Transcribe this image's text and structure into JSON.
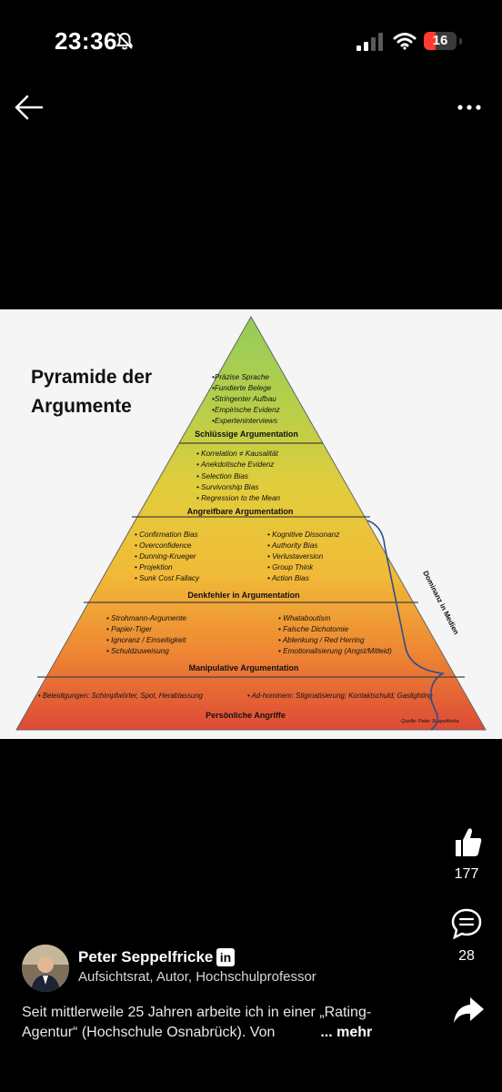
{
  "status": {
    "time": "23:36",
    "battery": "16",
    "battery_color": "#ff3b30"
  },
  "header": {
    "back_icon": "arrow-left-icon",
    "more_icon": "more-dots-icon"
  },
  "infographic": {
    "title_line1": "Pyramide der",
    "title_line2": "Argumente",
    "tiers": [
      {
        "title": "Schlüssige Argumentation",
        "items_left": [
          "•Präzise Sprache",
          "•Fundierte Belege",
          "•Stringenter Aufbau",
          "•Empirische Evidenz",
          "•Experteninterviews"
        ],
        "items_right": []
      },
      {
        "title": "Angreifbare Argumentation",
        "items_left": [
          "• Korrelation ≠ Kausalität",
          "• Anekdotische Evidenz",
          "• Selection Bias",
          "• Survivorship Bias",
          "• Regression to the Mean"
        ],
        "items_right": []
      },
      {
        "title": "Denkfehler in Argumentation",
        "items_left": [
          "• Confirmation Bias",
          "• Overconfidence",
          "• Dunning-Krueger",
          "• Projektion",
          "• Sunk Cost Fallacy"
        ],
        "items_right": [
          "• Kognitive Dissonanz",
          "• Authority Bias",
          "• Verlustaversion",
          "• Group Think",
          "• Action Bias"
        ]
      },
      {
        "title": "Manipulative Argumentation",
        "items_left": [
          "• Strohmann-Argumente",
          "• Papier-Tiger",
          "• Ignoranz / Einseitigkeit",
          "• Schuldzuweisung"
        ],
        "items_right": [
          "• Whataboutism",
          "• Falsche Dichotomie",
          "• Ablenkung / Red Herring",
          "• Emotionalisierung (Angst/Mitleid)"
        ]
      },
      {
        "title": "Persönliche Angriffe",
        "items_left": [
          "• Beleidigungen: Schimpfwörter, Spot, Herablassung"
        ],
        "items_right": [
          "• Ad-hominem: Stigmatisierung; Kontaktschuld; Gaslighting"
        ]
      }
    ],
    "brace_label": "Dominanz in Medien",
    "source": "Quelle: Peter Seppelfricke"
  },
  "actions": {
    "like_icon": "thumbs-up-icon",
    "like_count": "177",
    "comment_icon": "comment-icon",
    "comment_count": "28",
    "share_icon": "share-icon"
  },
  "post": {
    "author_name": "Peter Seppelfricke",
    "linkedin_badge": "in",
    "author_subtitle": "Aufsichtsrat, Autor, Hochschulprofessor",
    "caption_line1": "Seit mittlerweile 25 Jahren arbeite ich in einer „Rating-",
    "caption_line2": "Agentur“ (Hochschule Osnabrück). Von",
    "more_label": "... mehr"
  }
}
